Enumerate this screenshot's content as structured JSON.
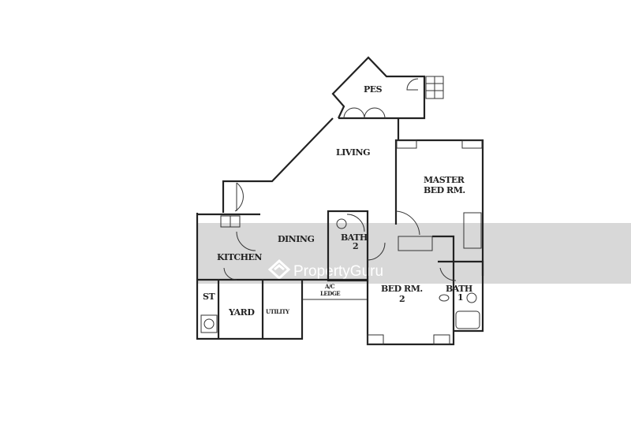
{
  "floorplan": {
    "rooms": {
      "pes": "PES",
      "living": "LIVING",
      "master_line1": "MASTER",
      "master_line2": "BED RM.",
      "dining": "DINING",
      "bath2_line1": "BATH",
      "bath2_line2": "2",
      "kitchen": "KITCHEN",
      "ac_line1": "A/C",
      "ac_line2": "LEDGE",
      "bed2_line1": "BED RM.",
      "bed2_line2": "2",
      "bath1_line1": "BATH",
      "bath1_line2": "1",
      "st": "ST",
      "yard": "YARD",
      "utility": "UTILITY"
    },
    "watermark": "PropertyGuru"
  }
}
